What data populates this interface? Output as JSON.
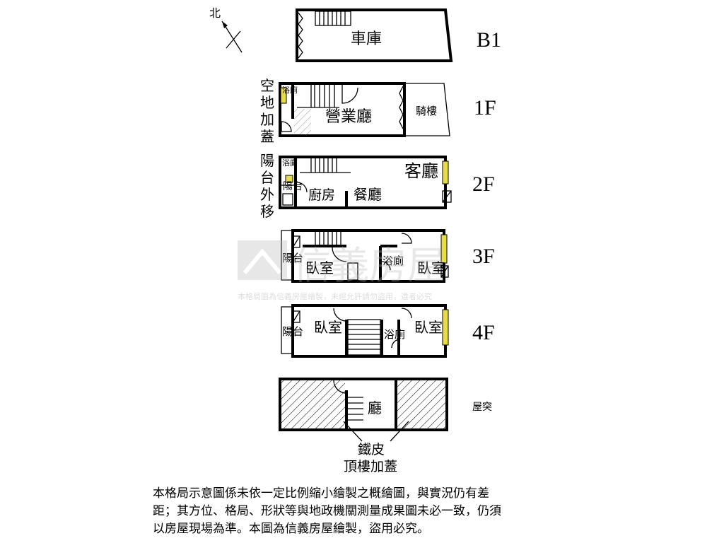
{
  "compass": {
    "label": "北"
  },
  "floors": {
    "b1": {
      "label": "B1",
      "rooms": {
        "garage": "車庫"
      }
    },
    "f1": {
      "label": "1F",
      "rooms": {
        "bath": "浴廁",
        "business_hall": "營業廳",
        "arcade": "騎樓"
      },
      "side_note": [
        "空",
        "地",
        "加",
        "蓋"
      ]
    },
    "f2": {
      "label": "2F",
      "rooms": {
        "bath": "浴廁",
        "balcony": "陽台",
        "kitchen": "廚房",
        "dining": "餐廳",
        "living": "客廳"
      },
      "side_note": [
        "陽",
        "台",
        "外",
        "移"
      ]
    },
    "f3": {
      "label": "3F",
      "rooms": {
        "balcony": "陽台",
        "bedroom_left": "臥室",
        "bath": "浴廁",
        "bedroom_right": "臥室"
      }
    },
    "f4": {
      "label": "4F",
      "rooms": {
        "balcony": "陽台",
        "bedroom_left": "臥室",
        "bath": "浴廁",
        "bedroom_right": "臥室"
      }
    },
    "roof": {
      "label": "屋突",
      "rooms": {
        "hall": "廳"
      },
      "callout": [
        "鐵皮",
        "頂樓加蓋"
      ]
    }
  },
  "watermark": {
    "brand": "信義房屋",
    "notice": "本格局圖為信義房屋繪製，未經允許請勿盜用，違者必究"
  },
  "disclaimer": [
    "本格局示意圖係未依一定比例縮小繪製之概繪圖，與實況仍有差",
    "距；其方位、格局、形狀等與地政機關測量成果圖未必一致，仍須",
    "以房屋現場為準。本圖為信義房屋繪製，盜用必究。"
  ],
  "colors": {
    "window": "#e8dc4a",
    "hatch": "#000000",
    "watermark": "#b8b8b8"
  }
}
